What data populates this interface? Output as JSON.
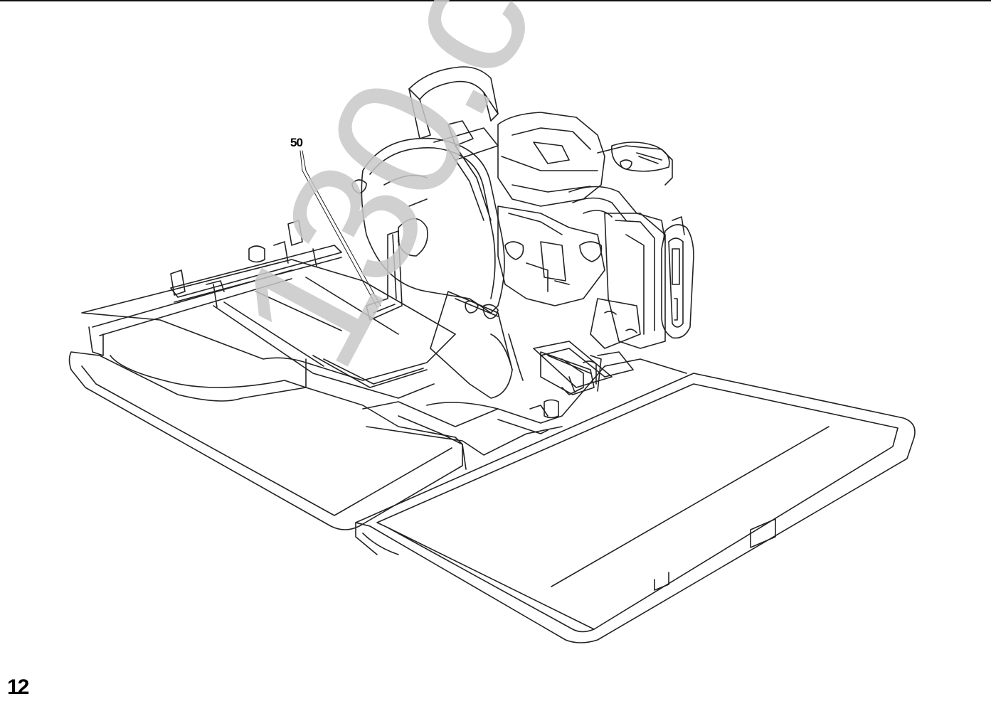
{
  "figure": {
    "callout_label": "50",
    "page_number": "12"
  },
  "watermark": {
    "text": "130.c"
  },
  "icons": {
    "illustration": "tile-saw-line-drawing"
  },
  "colors": {
    "line": "#222222",
    "watermark": "#c8c8c8",
    "background": "#ffffff"
  }
}
